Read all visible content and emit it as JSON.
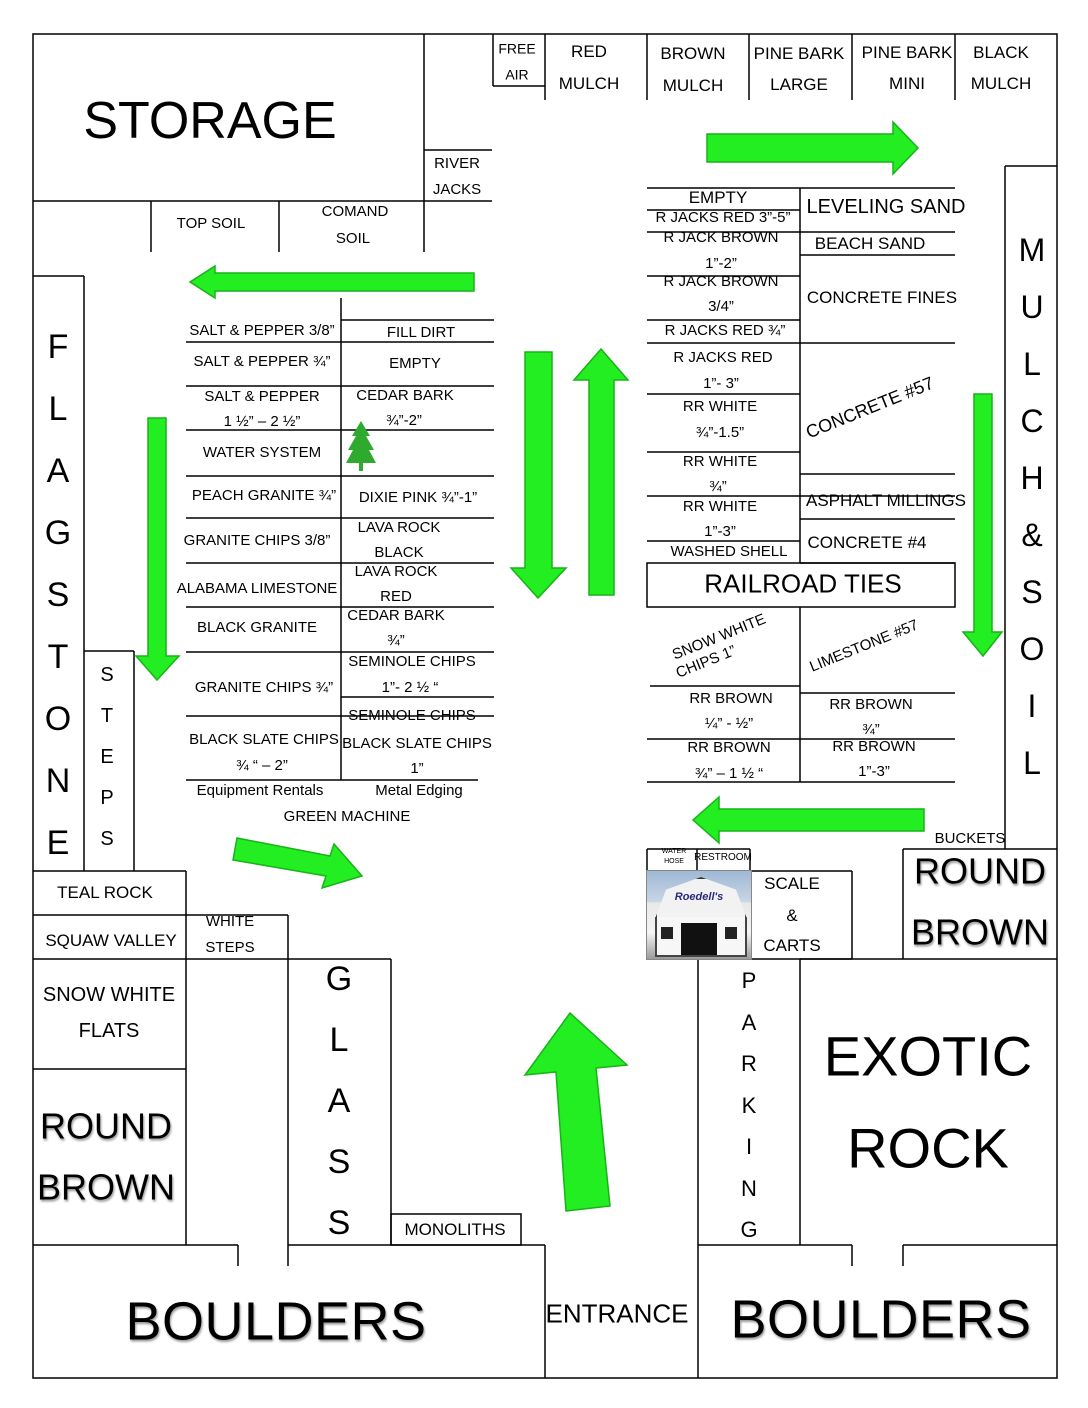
{
  "zones": {
    "storage": "STORAGE",
    "free_air": [
      "FREE",
      "AIR"
    ],
    "red_mulch": [
      "RED",
      "MULCH"
    ],
    "brown_mulch": [
      "BROWN",
      "MULCH"
    ],
    "pine_bark_large": [
      "PINE BARK",
      "LARGE"
    ],
    "pine_bark_mini": [
      "PINE BARK",
      "MINI"
    ],
    "black_mulch": [
      "BLACK",
      "MULCH"
    ],
    "river_jacks": [
      "RIVER",
      "JACKS"
    ],
    "top_soil": "TOP SOIL",
    "comand_soil": [
      "COMAND",
      "SOIL"
    ],
    "flagstone": [
      "F",
      "L",
      "A",
      "G",
      "S",
      "T",
      "O",
      "N",
      "E"
    ],
    "steps": [
      "S",
      "T",
      "E",
      "P",
      "S"
    ],
    "mulch_soil": [
      "M",
      "U",
      "L",
      "C",
      "H",
      "&",
      "S",
      "O",
      "I",
      "L"
    ],
    "teal_rock": "TEAL ROCK",
    "squaw_valley": "SQUAW VALLEY",
    "white_steps": [
      "WHITE",
      "STEPS"
    ],
    "snow_white_flats": [
      "SNOW WHITE",
      "FLATS"
    ],
    "round_brown_left": [
      "ROUND",
      "BROWN"
    ],
    "glass": [
      "G",
      "L",
      "A",
      "S",
      "S"
    ],
    "monoliths": "MONOLITHS",
    "boulders_left": "BOULDERS",
    "entrance": "ENTRANCE",
    "boulders_right": "BOULDERS",
    "parking": [
      "P",
      "A",
      "R",
      "K",
      "I",
      "N",
      "G"
    ],
    "exotic_rock": [
      "EXOTIC",
      "ROCK"
    ],
    "round_brown_right": [
      "ROUND",
      "BROWN"
    ],
    "buckets": "BUCKETS",
    "scale_carts": [
      "SCALE",
      "&",
      "CARTS"
    ],
    "water_hose": [
      "WATER",
      "HOSE"
    ],
    "restroom": "RESTROOM",
    "shed_sign": "Roedell's"
  },
  "left_bins": {
    "col_a": [
      [
        "SALT & PEPPER 3/8”"
      ],
      [
        "SALT & PEPPER ¾”"
      ],
      [
        "SALT & PEPPER",
        "1 ½” – 2 ½”"
      ],
      [
        "WATER SYSTEM"
      ],
      [
        "PEACH GRANITE ¾”"
      ],
      [
        "GRANITE CHIPS 3/8”"
      ],
      [
        "ALABAMA LIMESTONE"
      ],
      [
        "BLACK GRANITE"
      ],
      [
        "GRANITE CHIPS ¾”"
      ],
      [
        "BLACK SLATE CHIPS",
        "¾ “ – 2”"
      ]
    ],
    "col_b": [
      [
        "FILL DIRT"
      ],
      [
        "EMPTY"
      ],
      [
        "CEDAR BARK",
        "¾”-2”"
      ],
      [
        "DIXIE PINK ¾”-1”"
      ],
      [
        "LAVA ROCK",
        "BLACK"
      ],
      [
        "LAVA ROCK",
        "RED"
      ],
      [
        "CEDAR BARK",
        "¾”"
      ],
      [
        "SEMINOLE CHIPS",
        "1”- 2 ½ “"
      ],
      [
        "SEMINOLE CHIPS"
      ],
      [
        "BLACK SLATE CHIPS",
        "1”"
      ]
    ],
    "equipment_rentals": "Equipment Rentals",
    "metal_edging": "Metal Edging",
    "green_machine": "GREEN MACHINE"
  },
  "right_bins": {
    "col_a": [
      [
        "EMPTY"
      ],
      [
        "R JACKS RED 3”-5”"
      ],
      [
        "R JACK BROWN",
        "1”-2”"
      ],
      [
        "R JACK BROWN",
        "3/4”"
      ],
      [
        "R JACKS RED ¾”"
      ],
      [
        "R JACKS RED",
        "1”- 3”"
      ],
      [
        "RR WHITE",
        "¾”-1.5”"
      ],
      [
        "RR WHITE",
        "¾”"
      ],
      [
        "RR WHITE",
        "1”-3”"
      ],
      [
        "WASHED SHELL"
      ]
    ],
    "col_b": [
      [
        "LEVELING SAND"
      ],
      [
        "BEACH SAND"
      ],
      [
        "CONCRETE FINES"
      ],
      [
        "CONCRETE #57"
      ],
      [
        "ASPHALT MILLINGS"
      ],
      [
        "CONCRETE #4"
      ]
    ],
    "railroad_ties": "RAILROAD TIES",
    "snow_white_chips": [
      "SNOW WHITE",
      "CHIPS 1”"
    ],
    "limestone_57": "LIMESTONE #57",
    "lower_a": [
      [
        "RR BROWN",
        "¼” - ½”"
      ],
      [
        "RR BROWN",
        "¾” – 1 ½ “"
      ]
    ],
    "lower_b": [
      [
        "RR BROWN",
        "¾”"
      ],
      [
        "RR BROWN",
        "1”-3”"
      ]
    ]
  },
  "colors": {
    "arrow_fill": "#22ee22",
    "arrow_stroke": "#17b317",
    "line": "#000000",
    "tree": "#2eaa2e"
  },
  "icons": [
    "arrow-icon",
    "tree-icon",
    "shed-photo"
  ]
}
